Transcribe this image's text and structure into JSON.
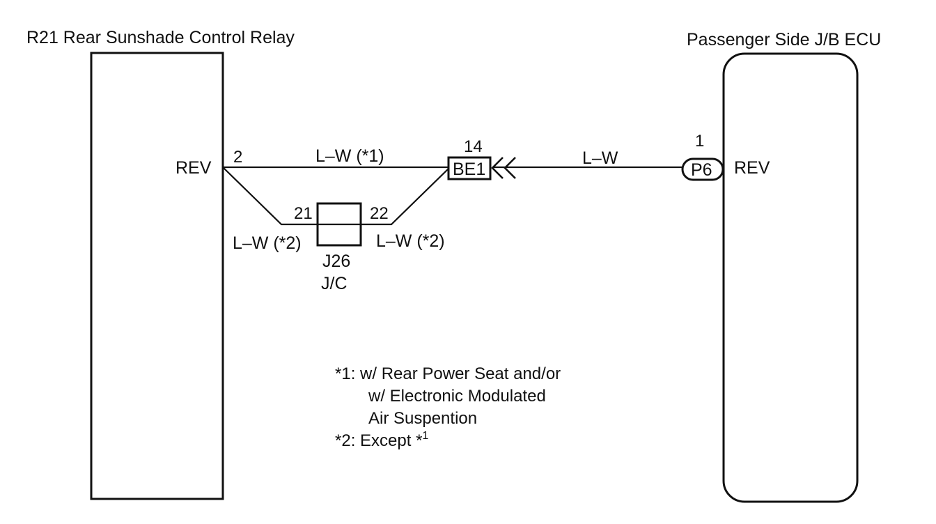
{
  "components": {
    "left_relay": {
      "title": "R21 Rear Sunshade Control Relay",
      "terminal": "REV",
      "pin": "2"
    },
    "right_ecu": {
      "title": "Passenger Side J/B ECU",
      "terminal": "REV",
      "pin": "1",
      "connector": "P6"
    },
    "connector_be1": {
      "label": "BE1",
      "pin": "14"
    },
    "junction": {
      "id": "J26",
      "type": "J/C",
      "pin_in": "21",
      "pin_out": "22"
    }
  },
  "wires": {
    "top": "L–W (*1)",
    "right": "L–W",
    "bottom_left": "L–W (*2)",
    "bottom_right": "L–W (*2)"
  },
  "notes": {
    "n1_line1": "*1: w/ Rear Power Seat and/or",
    "n1_line2": "w/ Electronic Modulated",
    "n1_line3": "Air Suspention",
    "n2_prefix": "*2: Except *",
    "n2_sup": "1"
  }
}
